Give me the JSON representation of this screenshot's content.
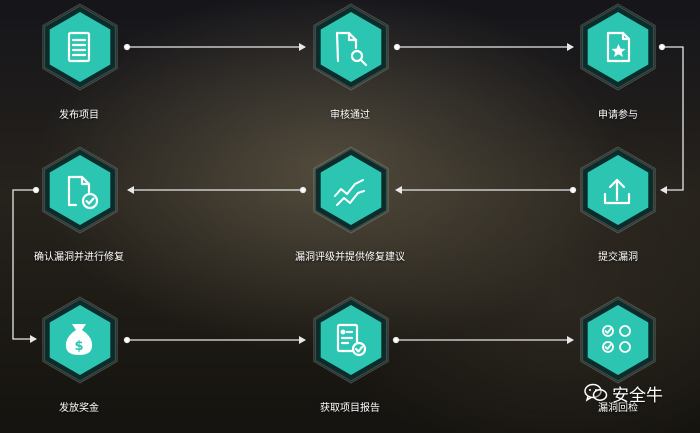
{
  "steps": [
    {
      "label": "发布项目",
      "icon": "document-icon"
    },
    {
      "label": "审核通过",
      "icon": "document-search-icon"
    },
    {
      "label": "申请参与",
      "icon": "document-star-icon"
    },
    {
      "label": "提交漏洞",
      "icon": "upload-icon"
    },
    {
      "label": "漏洞评级并提供修复建议",
      "icon": "trend-chart-icon"
    },
    {
      "label": "确认漏洞并进行修复",
      "icon": "document-check-icon"
    },
    {
      "label": "发放奖金",
      "icon": "money-bag-icon"
    },
    {
      "label": "获取项目报告",
      "icon": "report-check-icon"
    },
    {
      "label": "漏洞回检",
      "icon": "checklist-icon"
    }
  ],
  "watermark": {
    "text": "安全牛",
    "icon": "wechat-icon"
  },
  "colors": {
    "hex_fill": "#2cc5b1",
    "hex_ring": "#0c2b2b",
    "arrow": "#e8e8e8"
  }
}
